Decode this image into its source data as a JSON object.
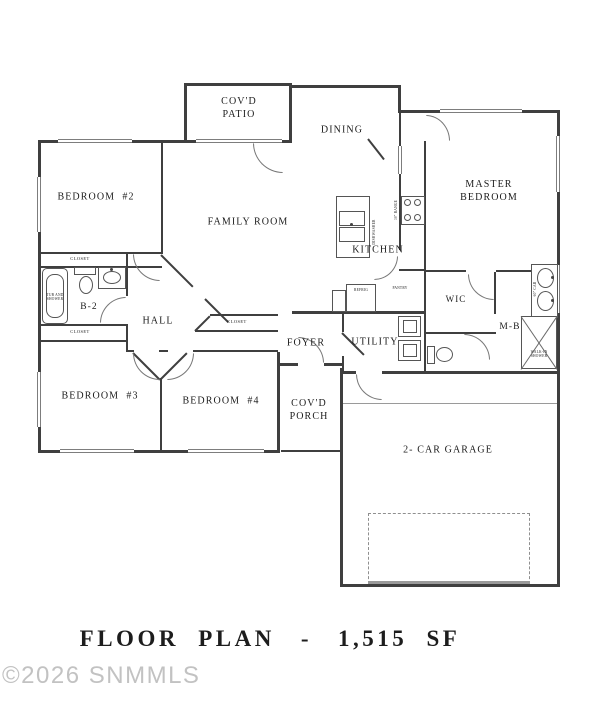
{
  "title": {
    "left": "FLOOR  PLAN",
    "dash": "-",
    "right": "1,515  SF"
  },
  "watermark": "©2026 SNMMLS",
  "rooms": {
    "covd_patio_l1": "COV'D",
    "covd_patio_l2": "PATIO",
    "dining": "DINING",
    "bedroom2": "BEDROOM  #2",
    "family_room": "FAMILY ROOM",
    "kitchen": "KITCHEN",
    "master_l1": "MASTER",
    "master_l2": "BEDROOM",
    "wic": "WIC",
    "mb": "M-B",
    "hall": "HALL",
    "b2": "B-2",
    "foyer": "FOYER",
    "utility": "UTILITY",
    "bedroom3": "BEDROOM  #3",
    "bedroom4": "BEDROOM  #4",
    "covd_porch_l1": "COV'D",
    "covd_porch_l2": "PORCH",
    "garage": "2- CAR GARAGE"
  },
  "fixtures": {
    "closet": "CLOSET",
    "tub_l1": "TUB AND",
    "tub_l2": "SHOWER",
    "refrig": "REFRIG",
    "pantry": "PANTRY",
    "range": "30\" RANGE",
    "dishwasher": "DISHWASHER",
    "vanity_cab": "60\" CAB",
    "shower_l1": "WALK-IN",
    "shower_l2": "SHOWER"
  },
  "colors": {
    "line": "#3f3f3f",
    "text": "#1c1c1c",
    "watermark": "#c2c2c2"
  }
}
